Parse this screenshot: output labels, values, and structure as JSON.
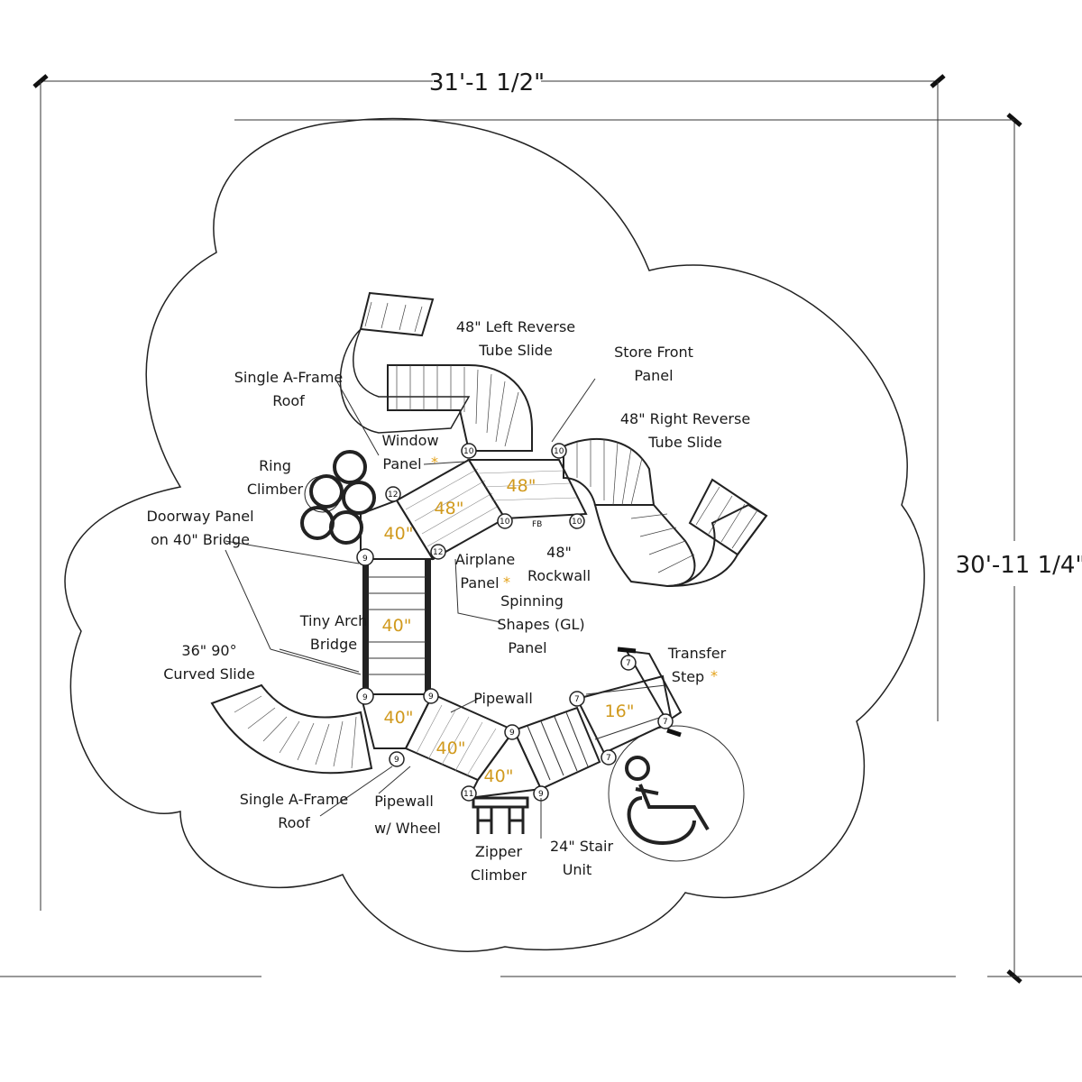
{
  "dimensions": {
    "width": "31'-1 1/2\"",
    "height": "30'-11 1/4\""
  },
  "decks": {
    "deck_48_left": "48\"",
    "deck_48_right": "48\"",
    "deck_40_upper": "40\"",
    "bridge_40": "40\"",
    "deck_40_lower_left": "40\"",
    "deck_40_middle": "40\"",
    "deck_40_bottom": "40\"",
    "deck_16": "16\""
  },
  "labels": {
    "left_tube_slide": [
      "48\" Left Reverse",
      "Tube Slide"
    ],
    "store_front": [
      "Store Front",
      "Panel"
    ],
    "right_tube_slide": [
      "48\" Right Reverse",
      "Tube Slide"
    ],
    "a_frame_top": [
      "Single A-Frame",
      "Roof"
    ],
    "window_panel": [
      "Window",
      "Panel"
    ],
    "ring_climber": [
      "Ring",
      "Climber"
    ],
    "doorway_panel": [
      "Doorway Panel",
      "on 40\" Bridge"
    ],
    "airplane_panel": [
      "Airplane",
      "Panel"
    ],
    "rockwall": [
      "48\"",
      "Rockwall"
    ],
    "spinning_shapes": [
      "Spinning",
      "Shapes (GL)",
      "Panel"
    ],
    "tiny_arch": [
      "Tiny Arch",
      "Bridge"
    ],
    "curved_slide": [
      "36\" 90°",
      "Curved Slide"
    ],
    "transfer_step": [
      "Transfer",
      "Step"
    ],
    "pipewall": [
      "Pipewall"
    ],
    "a_frame_bottom": [
      "Single A-Frame",
      "Roof"
    ],
    "pipewall_wheel": [
      "Pipewall",
      "w/ Wheel"
    ],
    "zipper_climber": [
      "Zipper",
      "Climber"
    ],
    "stair_unit": [
      "24\" Stair",
      "Unit"
    ]
  },
  "asterisk": "*",
  "post_marks": [
    "10",
    "12",
    "9",
    "7",
    "11",
    "FB"
  ],
  "colors": {
    "line": "#222222",
    "deck_label": "#d19a1e",
    "asterisk": "#e3a21a",
    "background": "#ffffff"
  },
  "icons": [
    "wheelchair-accessibility-icon"
  ]
}
